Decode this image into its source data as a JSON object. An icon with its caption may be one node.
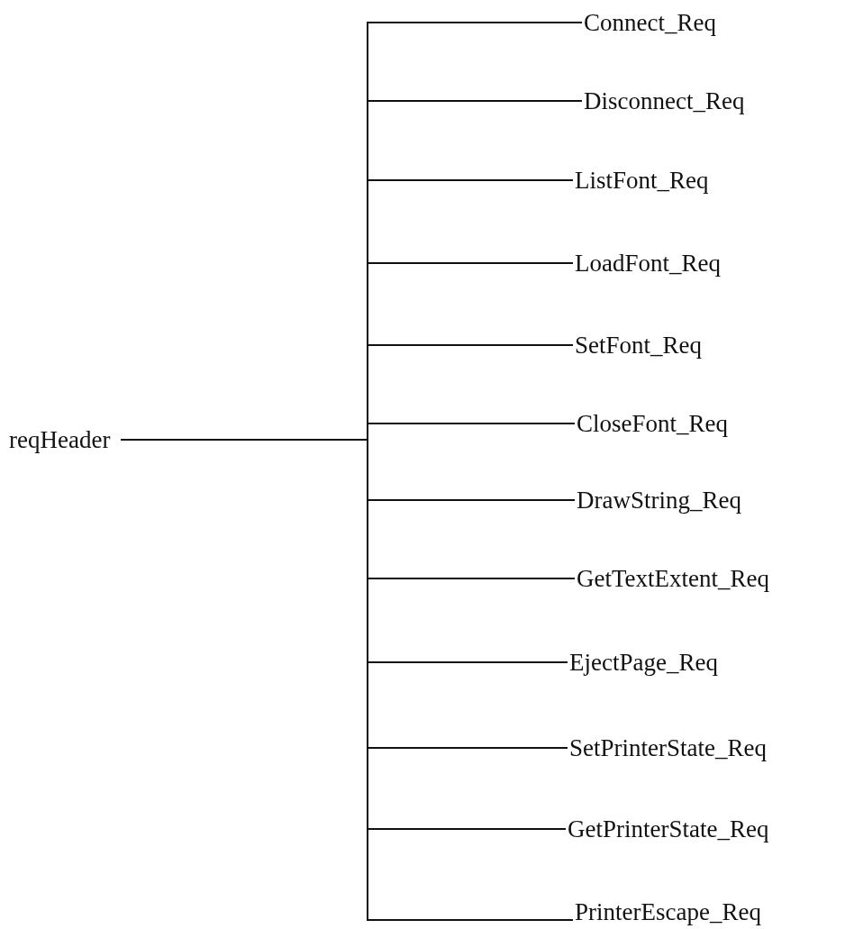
{
  "diagram": {
    "nodes": [
      {
        "text": [
          "reqHeader"
        ]
      },
      {
        "text": [
          "Connect_Req"
        ]
      },
      {
        "text": [
          "Disconnect_Req"
        ]
      },
      {
        "text": [
          "ListFont_Req"
        ]
      },
      {
        "text": [
          "LoadFont_Req"
        ]
      },
      {
        "text": [
          "SetFont_Req"
        ]
      },
      {
        "text": [
          "CloseFont_Req"
        ]
      },
      {
        "text": [
          "DrawString_Req"
        ]
      },
      {
        "text": [
          "GetTextExtent_Req"
        ]
      },
      {
        "text": [
          "EjectPage_Req"
        ]
      },
      {
        "text": [
          "SetPrinterState_Req"
        ]
      },
      {
        "text": [
          "GetPrinterState_Req"
        ]
      },
      {
        "text": [
          "PrinterEscape_Req"
        ]
      }
    ],
    "edges": [
      {
        "from": 0,
        "to": 1,
        "arrow": "none"
      },
      {
        "from": 0,
        "to": 2,
        "arrow": "none"
      },
      {
        "from": 0,
        "to": 3,
        "arrow": "none"
      },
      {
        "from": 0,
        "to": 4,
        "arrow": "none"
      },
      {
        "from": 0,
        "to": 5,
        "arrow": "none"
      },
      {
        "from": 0,
        "to": 6,
        "arrow": "none"
      },
      {
        "from": 0,
        "to": 7,
        "arrow": "none"
      },
      {
        "from": 0,
        "to": 8,
        "arrow": "none"
      },
      {
        "from": 0,
        "to": 9,
        "arrow": "none"
      },
      {
        "from": 0,
        "to": 10,
        "arrow": "none"
      },
      {
        "from": 0,
        "to": 11,
        "arrow": "none"
      },
      {
        "from": 0,
        "to": 12,
        "arrow": "none"
      }
    ]
  }
}
